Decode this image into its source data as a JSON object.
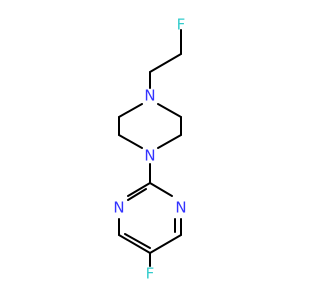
{
  "molecule": {
    "atoms": [
      {
        "id": "F1",
        "label": "F",
        "color": "#33cccc"
      },
      {
        "id": "N1",
        "label": "N",
        "color": "#3333ff"
      },
      {
        "id": "N2",
        "label": "N",
        "color": "#3333ff"
      },
      {
        "id": "N3",
        "label": "N",
        "color": "#3333ff"
      },
      {
        "id": "N4",
        "label": "N",
        "color": "#3333ff"
      },
      {
        "id": "F2",
        "label": "F",
        "color": "#33cccc"
      }
    ],
    "bond_color": "#000000"
  }
}
